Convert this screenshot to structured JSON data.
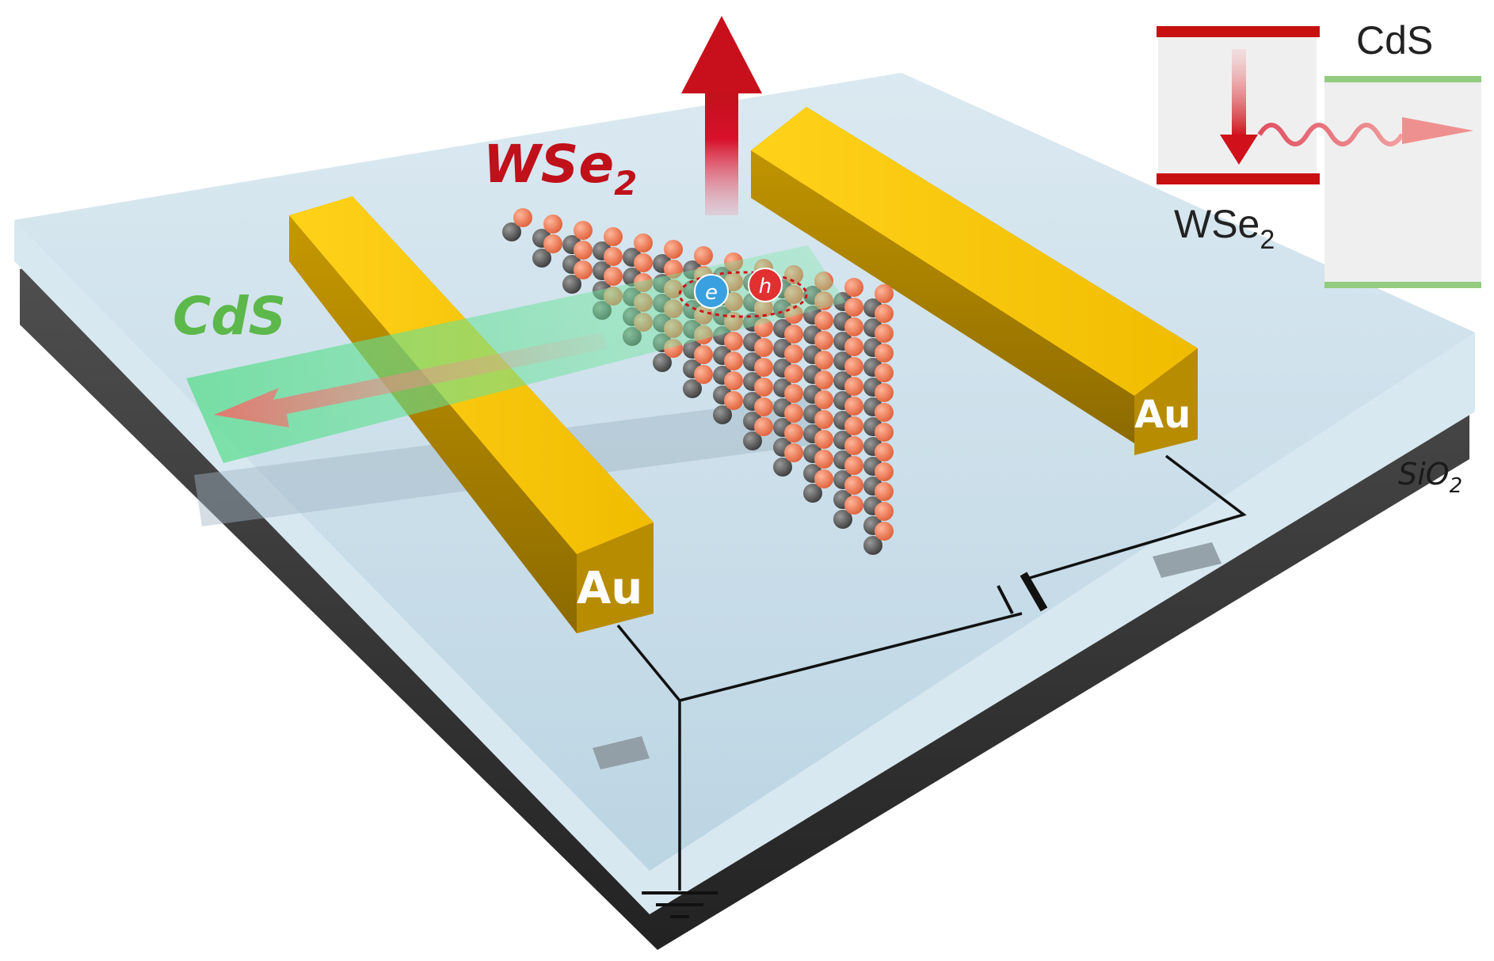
{
  "labels": {
    "wse2": "WSe",
    "wse2_sub": "2",
    "cds": "CdS",
    "au_left": "Au",
    "au_right": "Au",
    "sio2": "SiO",
    "sio2_sub": "2",
    "si": "Si",
    "electron": "e",
    "hole": "h"
  },
  "inset": {
    "cds_label": "CdS",
    "wse2_label": "WSe",
    "wse2_sub": "2"
  },
  "colors": {
    "substrate_top": "#c5dde9",
    "substrate_edge": "#d6e7f0",
    "si_layer": "#3a3a3a",
    "gold": "#f2c400",
    "gold_dark": "#b38a00",
    "cds_green": "#6fe29a",
    "se_atom": "#f07550",
    "w_atom": "#5a5a5a",
    "wse2_label": "#c0101a",
    "cds_label": "#5cb84a",
    "emission_arrow": "#d0101a",
    "electron": "#3aa0e0",
    "hole": "#e03030",
    "inset_band_red": "#c81010",
    "inset_band_green": "#93cc7f"
  },
  "icons": [
    "ground-icon",
    "battery-icon",
    "emission-arrow-icon",
    "waveguide-arrow-icon"
  ]
}
